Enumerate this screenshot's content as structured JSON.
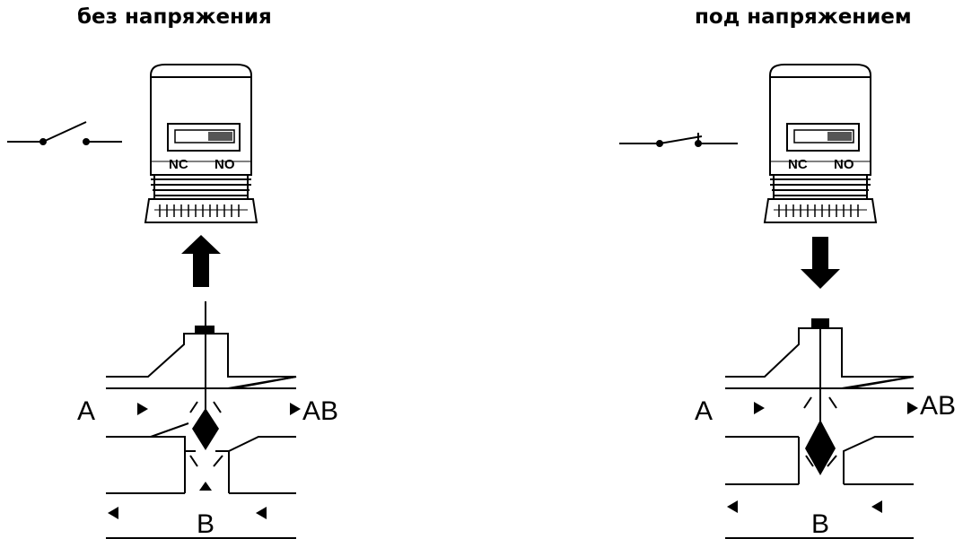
{
  "titles": {
    "left": "без напряжения",
    "right": "под напряжением"
  },
  "actuator_switch": {
    "nc_label": "NC",
    "no_label": "NO"
  },
  "port_labels": {
    "a": "A",
    "ab": "AB",
    "b": "B"
  },
  "states": [
    {
      "side": "left",
      "circuit": "open",
      "arrow_direction": "up",
      "valve_plug": "upper-seat"
    },
    {
      "side": "right",
      "circuit": "closed",
      "arrow_direction": "down",
      "valve_plug": "lower-seat"
    }
  ],
  "colors": {
    "line": "#000000",
    "switch_slider": "#555555",
    "background": "#ffffff"
  }
}
